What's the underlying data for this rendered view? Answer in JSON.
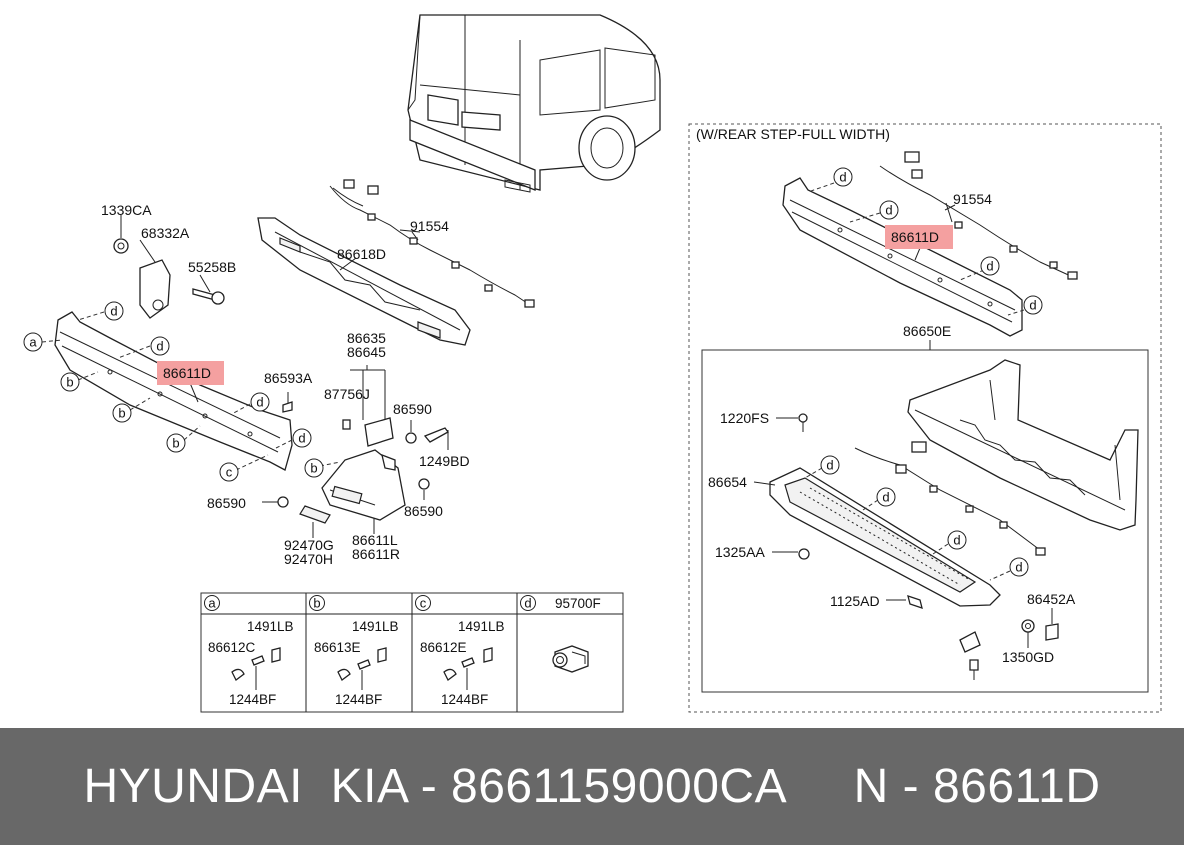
{
  "labels": {
    "p1339CA": "1339CA",
    "p68332A": "68332A",
    "p55258B": "55258B",
    "p91554": "91554",
    "p86618D": "86618D",
    "p86611D_left": "86611D",
    "p86593A": "86593A",
    "p86635": "86635",
    "p86645": "86645",
    "p87756J": "87756J",
    "p86590_a": "86590",
    "p1249BD": "1249BD",
    "p86590_b": "86590",
    "p86590_c": "86590",
    "p92470G": "92470G",
    "p92470H": "92470H",
    "p86611L": "86611L",
    "p86611R": "86611R",
    "inset_title": "(W/REAR STEP-FULL WIDTH)",
    "p91554_r": "91554",
    "p86611D_right": "86611D",
    "p86650E": "86650E",
    "p1220FS": "1220FS",
    "p86654": "86654",
    "p1325AA": "1325AA",
    "p1125AD": "1125AD",
    "p86452A": "86452A",
    "p1350GD": "1350GD"
  },
  "callouts": {
    "a": "a",
    "b": "b",
    "c": "c",
    "d": "d"
  },
  "legend": {
    "a": {
      "key": "a",
      "top": "1491LB",
      "mid": "86612C",
      "bottom": "1244BF"
    },
    "b": {
      "key": "b",
      "top": "1491LB",
      "mid": "86613E",
      "bottom": "1244BF"
    },
    "c": {
      "key": "c",
      "top": "1491LB",
      "mid": "86612E",
      "bottom": "1244BF"
    },
    "d": {
      "key": "d",
      "part": "95700F"
    }
  },
  "footer": {
    "text": "HYUNDAI  KIA - 8661159000CA     N - 86611D"
  },
  "colors": {
    "highlight": "#f4a0a0",
    "footer_bg": "#686868",
    "footer_text": "#ffffff"
  }
}
